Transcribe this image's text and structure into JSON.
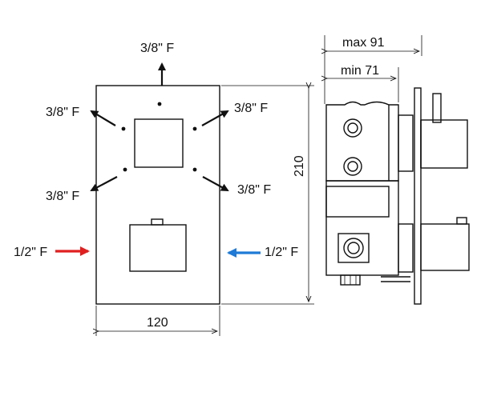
{
  "front_view": {
    "outlets": [
      {
        "id": "top",
        "label": "3/8\" F"
      },
      {
        "id": "upper-left",
        "label": "3/8\" F"
      },
      {
        "id": "upper-right",
        "label": "3/8\" F"
      },
      {
        "id": "lower-left",
        "label": "3/8\" F"
      },
      {
        "id": "lower-right",
        "label": "3/8\" F"
      }
    ],
    "inlets": [
      {
        "id": "hot",
        "label": "1/2\" F",
        "color": "#e02020"
      },
      {
        "id": "cold",
        "label": "1/2\" F",
        "color": "#1e7ad6"
      }
    ],
    "width_label": "120",
    "height_label": "210"
  },
  "side_view": {
    "max_depth_label": "max 91",
    "min_depth_label": "min 71"
  },
  "colors": {
    "line": "#111111",
    "hot": "#e02020",
    "cold": "#1e7ad6"
  }
}
